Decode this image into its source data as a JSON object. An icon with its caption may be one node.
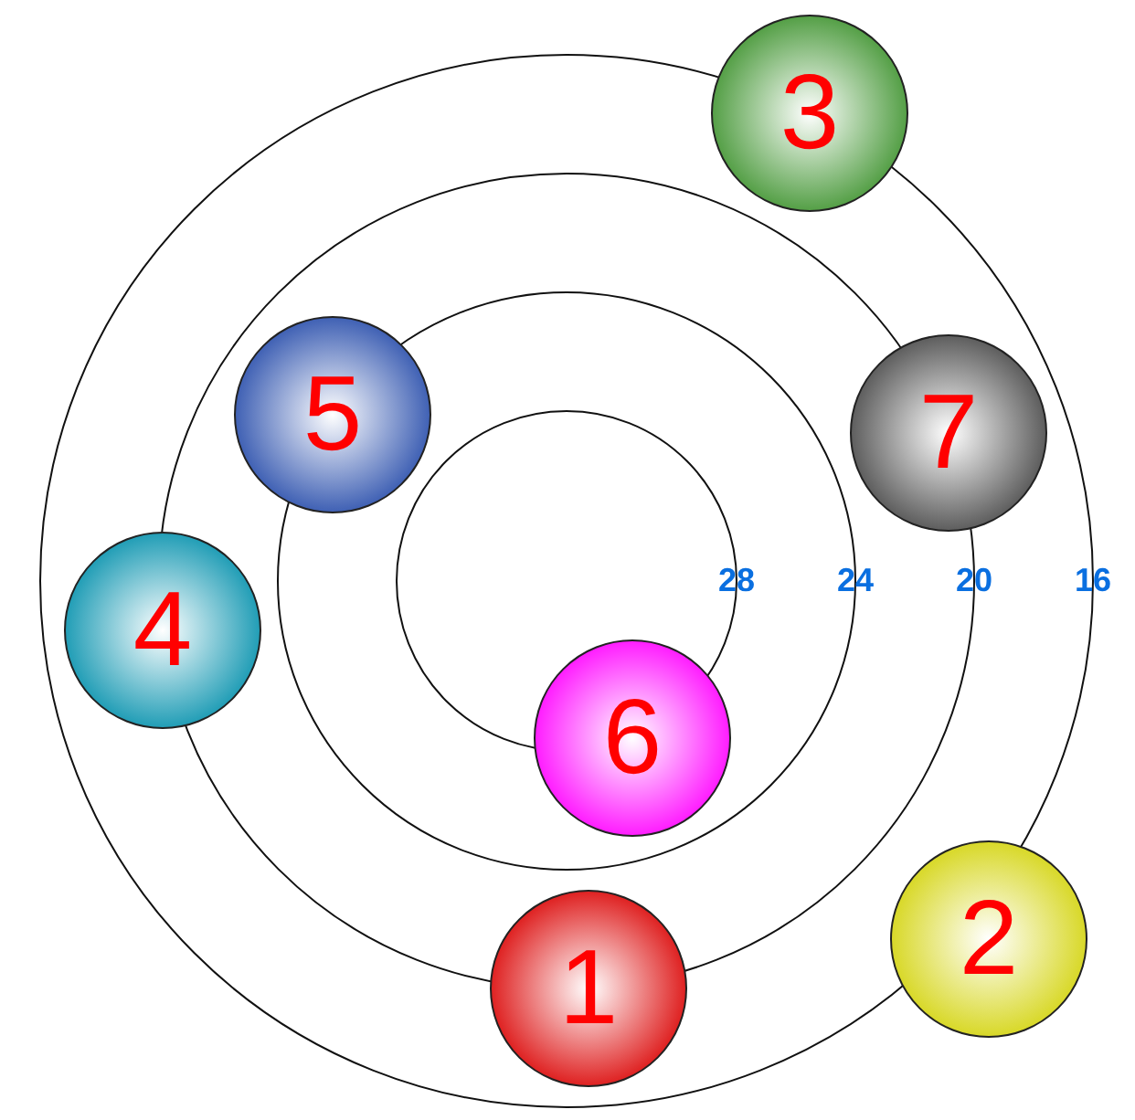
{
  "diagram": {
    "nodes": [
      {
        "text": [
          "3"
        ]
      },
      {
        "text": [
          "7"
        ]
      },
      {
        "text": [
          "5"
        ]
      },
      {
        "text": [
          "4"
        ]
      },
      {
        "text": [
          "6"
        ]
      },
      {
        "text": [
          "1"
        ]
      },
      {
        "text": [
          "2"
        ]
      }
    ],
    "labels": [
      "28",
      "24",
      "20",
      "16"
    ]
  }
}
